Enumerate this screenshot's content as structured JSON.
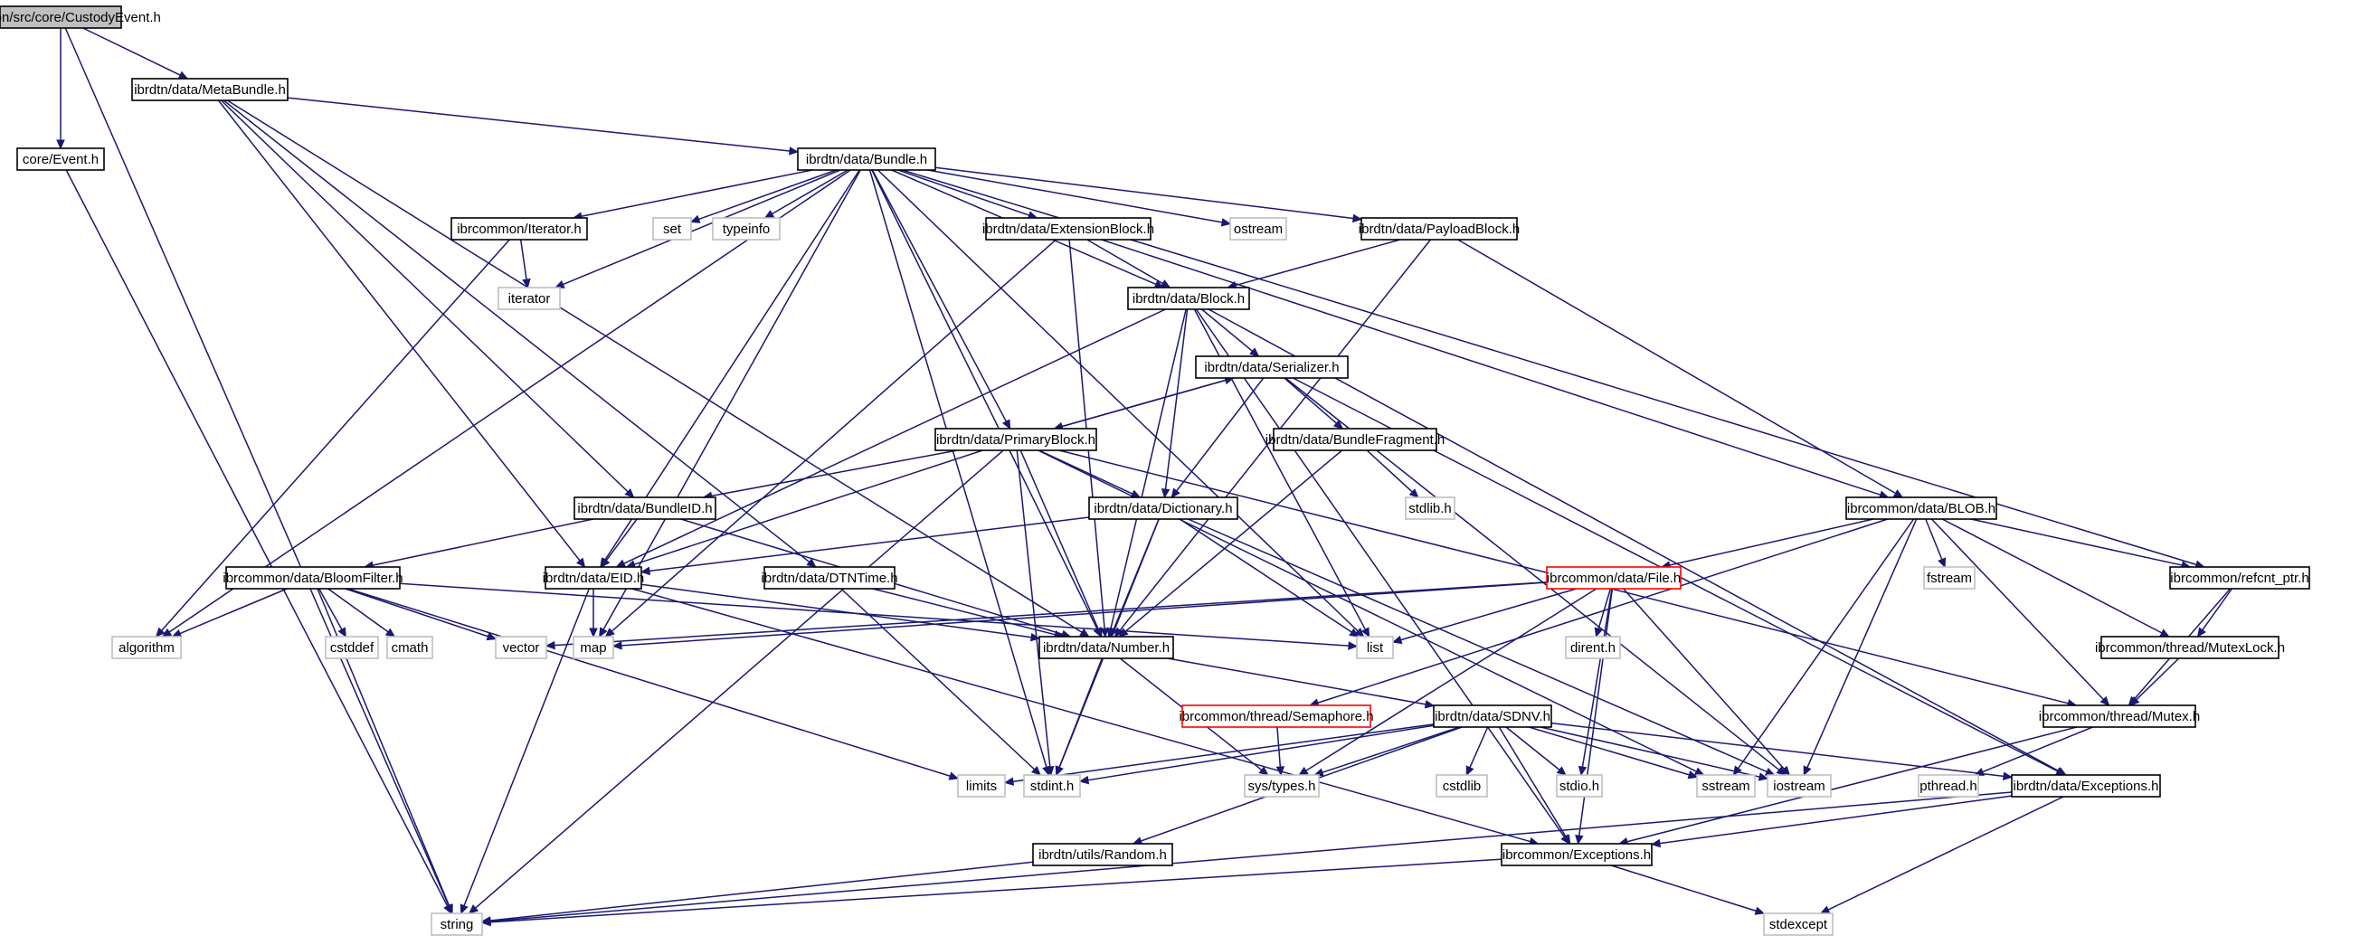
{
  "graph": {
    "colors": {
      "edge": "#191970",
      "root_fill": "#bfbfbf",
      "header_border": "#000000",
      "system_border": "#bfbfbf",
      "truncated_border": "#ff0000"
    },
    "nodes": [
      {
        "id": "n0",
        "label": "daemon/src/core/CustodyEvent.h",
        "kind": "root"
      },
      {
        "id": "n1",
        "label": "ibrdtn/data/MetaBundle.h",
        "kind": "header"
      },
      {
        "id": "n2",
        "label": "core/Event.h",
        "kind": "header"
      },
      {
        "id": "n3",
        "label": "ibrdtn/data/Bundle.h",
        "kind": "header"
      },
      {
        "id": "n4",
        "label": "ibrcommon/Iterator.h",
        "kind": "header"
      },
      {
        "id": "n5",
        "label": "set",
        "kind": "system"
      },
      {
        "id": "n6",
        "label": "typeinfo",
        "kind": "system"
      },
      {
        "id": "n7",
        "label": "ibrdtn/data/ExtensionBlock.h",
        "kind": "header"
      },
      {
        "id": "n8",
        "label": "ostream",
        "kind": "system"
      },
      {
        "id": "n9",
        "label": "ibrdtn/data/PayloadBlock.h",
        "kind": "header"
      },
      {
        "id": "n10",
        "label": "iterator",
        "kind": "system"
      },
      {
        "id": "n11",
        "label": "ibrdtn/data/Block.h",
        "kind": "header"
      },
      {
        "id": "n12",
        "label": "ibrdtn/data/Serializer.h",
        "kind": "header"
      },
      {
        "id": "n13",
        "label": "ibrdtn/data/PrimaryBlock.h",
        "kind": "header"
      },
      {
        "id": "n14",
        "label": "ibrdtn/data/BundleFragment.h",
        "kind": "header"
      },
      {
        "id": "n15",
        "label": "stdlib.h",
        "kind": "system"
      },
      {
        "id": "n16",
        "label": "ibrdtn/data/BundleID.h",
        "kind": "header"
      },
      {
        "id": "n17",
        "label": "ibrdtn/data/Dictionary.h",
        "kind": "header"
      },
      {
        "id": "n18",
        "label": "ibrcommon/data/BLOB.h",
        "kind": "header"
      },
      {
        "id": "n19",
        "label": "ibrcommon/data/BloomFilter.h",
        "kind": "header"
      },
      {
        "id": "n20",
        "label": "ibrdtn/data/EID.h",
        "kind": "header"
      },
      {
        "id": "n21",
        "label": "ibrdtn/data/DTNTime.h",
        "kind": "header"
      },
      {
        "id": "n22",
        "label": "ibrcommon/data/File.h",
        "kind": "truncated"
      },
      {
        "id": "n23",
        "label": "fstream",
        "kind": "system"
      },
      {
        "id": "n24",
        "label": "ibrcommon/refcnt_ptr.h",
        "kind": "header"
      },
      {
        "id": "n25",
        "label": "algorithm",
        "kind": "system"
      },
      {
        "id": "n26",
        "label": "cstddef",
        "kind": "system"
      },
      {
        "id": "n27",
        "label": "cmath",
        "kind": "system"
      },
      {
        "id": "n28",
        "label": "vector",
        "kind": "system"
      },
      {
        "id": "n29",
        "label": "map",
        "kind": "system"
      },
      {
        "id": "n30",
        "label": "ibrdtn/data/Number.h",
        "kind": "header"
      },
      {
        "id": "n31",
        "label": "list",
        "kind": "system"
      },
      {
        "id": "n32",
        "label": "dirent.h",
        "kind": "system"
      },
      {
        "id": "n33",
        "label": "ibrcommon/thread/MutexLock.h",
        "kind": "header"
      },
      {
        "id": "n34",
        "label": "ibrcommon/thread/Semaphore.h",
        "kind": "truncated"
      },
      {
        "id": "n35",
        "label": "ibrdtn/data/SDNV.h",
        "kind": "header"
      },
      {
        "id": "n36",
        "label": "ibrcommon/thread/Mutex.h",
        "kind": "header"
      },
      {
        "id": "n37",
        "label": "limits",
        "kind": "system"
      },
      {
        "id": "n38",
        "label": "stdint.h",
        "kind": "system"
      },
      {
        "id": "n39",
        "label": "sys/types.h",
        "kind": "system"
      },
      {
        "id": "n40",
        "label": "cstdlib",
        "kind": "system"
      },
      {
        "id": "n41",
        "label": "stdio.h",
        "kind": "system"
      },
      {
        "id": "n42",
        "label": "sstream",
        "kind": "system"
      },
      {
        "id": "n43",
        "label": "iostream",
        "kind": "system"
      },
      {
        "id": "n44",
        "label": "pthread.h",
        "kind": "system"
      },
      {
        "id": "n45",
        "label": "ibrdtn/data/Exceptions.h",
        "kind": "header"
      },
      {
        "id": "n46",
        "label": "ibrdtn/utils/Random.h",
        "kind": "header"
      },
      {
        "id": "n47",
        "label": "ibrcommon/Exceptions.h",
        "kind": "header"
      },
      {
        "id": "n48",
        "label": "string",
        "kind": "system"
      },
      {
        "id": "n49",
        "label": "stdexcept",
        "kind": "system"
      }
    ],
    "edges": [
      [
        "n0",
        "n1"
      ],
      [
        "n0",
        "n2"
      ],
      [
        "n0",
        "n48"
      ],
      [
        "n2",
        "n48"
      ],
      [
        "n1",
        "n3"
      ],
      [
        "n1",
        "n20"
      ],
      [
        "n1",
        "n16"
      ],
      [
        "n1",
        "n21"
      ],
      [
        "n1",
        "n30"
      ],
      [
        "n3",
        "n4"
      ],
      [
        "n3",
        "n5"
      ],
      [
        "n3",
        "n6"
      ],
      [
        "n3",
        "n7"
      ],
      [
        "n3",
        "n8"
      ],
      [
        "n3",
        "n9"
      ],
      [
        "n3",
        "n10"
      ],
      [
        "n3",
        "n11"
      ],
      [
        "n3",
        "n13"
      ],
      [
        "n3",
        "n20"
      ],
      [
        "n3",
        "n29"
      ],
      [
        "n3",
        "n25"
      ],
      [
        "n3",
        "n31"
      ],
      [
        "n3",
        "n24"
      ],
      [
        "n3",
        "n38"
      ],
      [
        "n3",
        "n30"
      ],
      [
        "n4",
        "n10"
      ],
      [
        "n4",
        "n25"
      ],
      [
        "n7",
        "n11"
      ],
      [
        "n7",
        "n30"
      ],
      [
        "n7",
        "n18"
      ],
      [
        "n7",
        "n29"
      ],
      [
        "n9",
        "n11"
      ],
      [
        "n9",
        "n18"
      ],
      [
        "n9",
        "n30"
      ],
      [
        "n11",
        "n12"
      ],
      [
        "n11",
        "n17"
      ],
      [
        "n11",
        "n20"
      ],
      [
        "n11",
        "n30"
      ],
      [
        "n11",
        "n31"
      ],
      [
        "n11",
        "n47"
      ],
      [
        "n11",
        "n45"
      ],
      [
        "n12",
        "n13"
      ],
      [
        "n12",
        "n14"
      ],
      [
        "n12",
        "n17"
      ],
      [
        "n12",
        "n43"
      ],
      [
        "n12",
        "n45"
      ],
      [
        "n13",
        "n12"
      ],
      [
        "n13",
        "n16"
      ],
      [
        "n13",
        "n17"
      ],
      [
        "n13",
        "n20"
      ],
      [
        "n13",
        "n30"
      ],
      [
        "n13",
        "n36"
      ],
      [
        "n13",
        "n48"
      ],
      [
        "n13",
        "n38"
      ],
      [
        "n13",
        "n42"
      ],
      [
        "n14",
        "n15"
      ],
      [
        "n14",
        "n30"
      ],
      [
        "n16",
        "n19"
      ],
      [
        "n16",
        "n20"
      ],
      [
        "n16",
        "n30"
      ],
      [
        "n17",
        "n20"
      ],
      [
        "n17",
        "n30"
      ],
      [
        "n17",
        "n31"
      ],
      [
        "n17",
        "n38"
      ],
      [
        "n17",
        "n43"
      ],
      [
        "n18",
        "n22"
      ],
      [
        "n18",
        "n23"
      ],
      [
        "n18",
        "n24"
      ],
      [
        "n18",
        "n33"
      ],
      [
        "n18",
        "n36"
      ],
      [
        "n18",
        "n34"
      ],
      [
        "n18",
        "n42"
      ],
      [
        "n18",
        "n43"
      ],
      [
        "n19",
        "n25"
      ],
      [
        "n19",
        "n26"
      ],
      [
        "n19",
        "n27"
      ],
      [
        "n19",
        "n28"
      ],
      [
        "n19",
        "n31"
      ],
      [
        "n19",
        "n48"
      ],
      [
        "n19",
        "n37"
      ],
      [
        "n20",
        "n29"
      ],
      [
        "n20",
        "n48"
      ],
      [
        "n20",
        "n30"
      ],
      [
        "n20",
        "n47"
      ],
      [
        "n21",
        "n30"
      ],
      [
        "n21",
        "n38"
      ],
      [
        "n22",
        "n28"
      ],
      [
        "n22",
        "n29"
      ],
      [
        "n22",
        "n31"
      ],
      [
        "n22",
        "n32"
      ],
      [
        "n22",
        "n39"
      ],
      [
        "n22",
        "n41"
      ],
      [
        "n22",
        "n43"
      ],
      [
        "n22",
        "n47"
      ],
      [
        "n24",
        "n33"
      ],
      [
        "n24",
        "n36"
      ],
      [
        "n33",
        "n36"
      ],
      [
        "n34",
        "n39"
      ],
      [
        "n30",
        "n35"
      ],
      [
        "n30",
        "n38"
      ],
      [
        "n30",
        "n39"
      ],
      [
        "n35",
        "n37"
      ],
      [
        "n35",
        "n38"
      ],
      [
        "n35",
        "n39"
      ],
      [
        "n35",
        "n40"
      ],
      [
        "n35",
        "n41"
      ],
      [
        "n35",
        "n42"
      ],
      [
        "n35",
        "n43"
      ],
      [
        "n35",
        "n47"
      ],
      [
        "n35",
        "n46"
      ],
      [
        "n35",
        "n45"
      ],
      [
        "n36",
        "n44"
      ],
      [
        "n36",
        "n47"
      ],
      [
        "n45",
        "n47"
      ],
      [
        "n45",
        "n49"
      ],
      [
        "n45",
        "n48"
      ],
      [
        "n46",
        "n48"
      ],
      [
        "n47",
        "n48"
      ],
      [
        "n47",
        "n49"
      ]
    ]
  }
}
